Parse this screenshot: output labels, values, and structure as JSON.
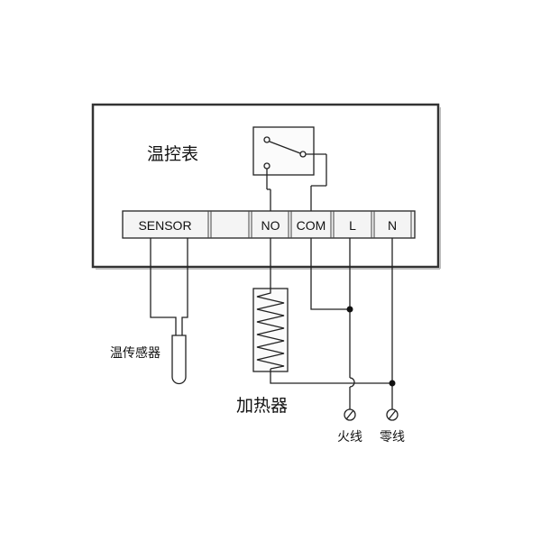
{
  "labels": {
    "thermostat": "温控表",
    "sensor": "温传感器",
    "heater": "加热器",
    "live": "火线",
    "neutral": "零线"
  },
  "terminals": [
    "SENSOR",
    "",
    "NO",
    "COM",
    "L",
    "N"
  ],
  "colors": {
    "line": "#222222",
    "frame": "#333333",
    "terminal_fill": "#f4f4f4"
  }
}
